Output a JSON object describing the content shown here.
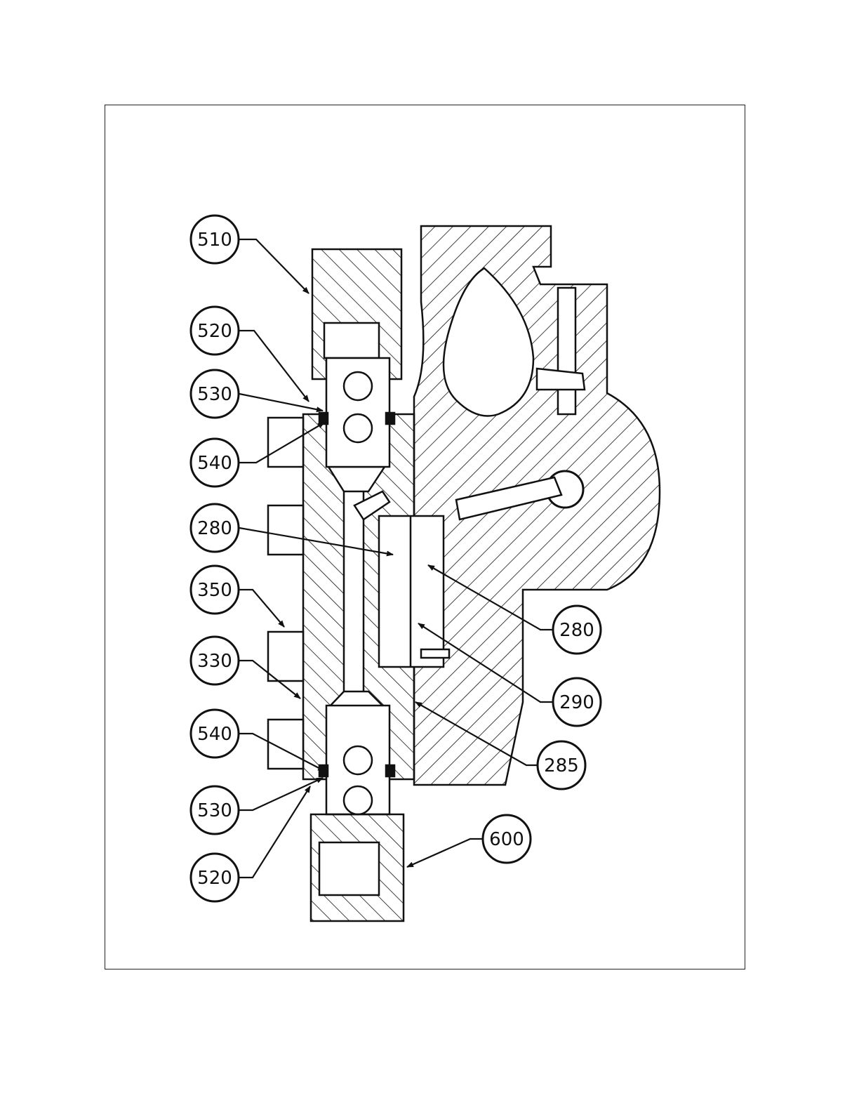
{
  "drawing": {
    "callouts": [
      {
        "id": "c510a",
        "label": "510"
      },
      {
        "id": "c520a",
        "label": "520"
      },
      {
        "id": "c530a",
        "label": "530"
      },
      {
        "id": "c540a",
        "label": "540"
      },
      {
        "id": "c280a",
        "label": "280"
      },
      {
        "id": "c350",
        "label": "350"
      },
      {
        "id": "c330",
        "label": "330"
      },
      {
        "id": "c540b",
        "label": "540"
      },
      {
        "id": "c530b",
        "label": "530"
      },
      {
        "id": "c520b",
        "label": "520"
      },
      {
        "id": "c600",
        "label": "600"
      },
      {
        "id": "c285",
        "label": "285"
      },
      {
        "id": "c290",
        "label": "290"
      },
      {
        "id": "c280b",
        "label": "280"
      }
    ],
    "colors": {
      "line": "#111111",
      "background": "#ffffff"
    }
  }
}
